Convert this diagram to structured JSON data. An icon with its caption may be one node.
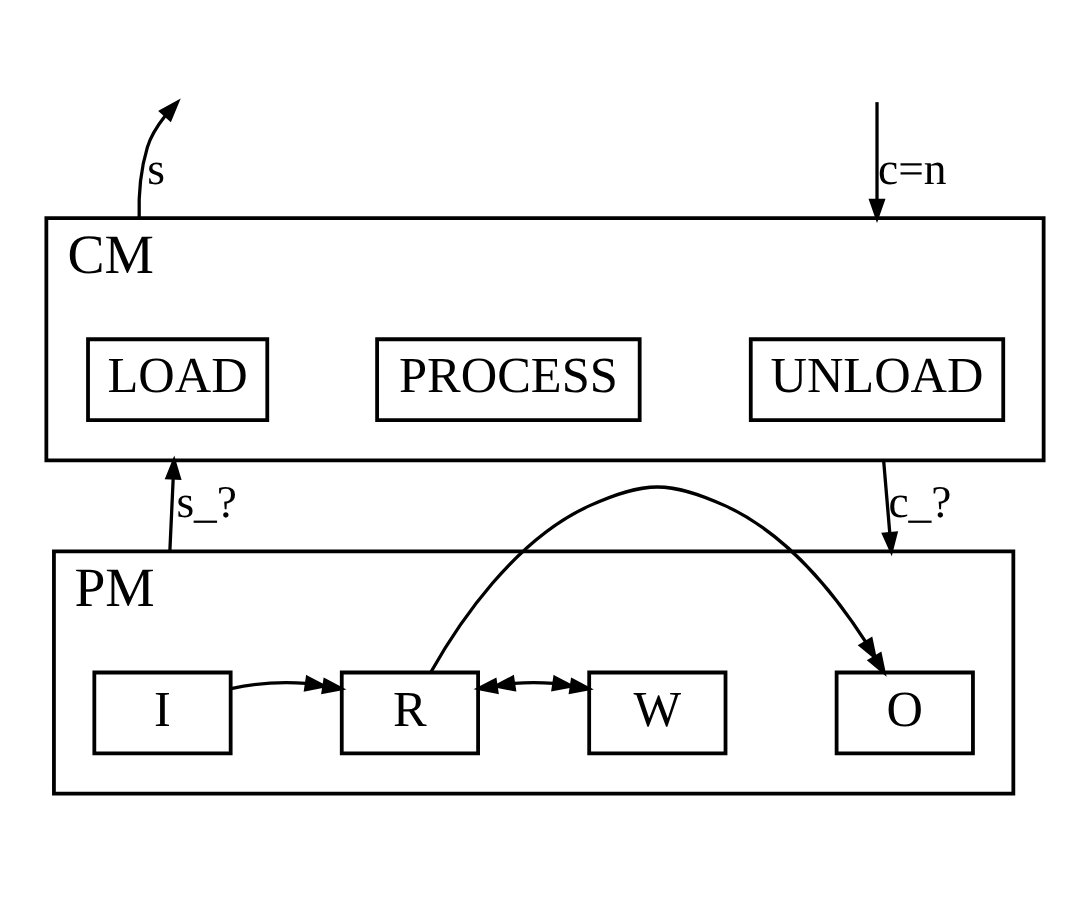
{
  "diagram": {
    "nodes": [
      {
        "text": [
          "CM"
        ]
      },
      {
        "text": [
          "LOAD"
        ],
        "in": 0
      },
      {
        "text": [
          "PROCESS"
        ],
        "in": 0
      },
      {
        "text": [
          "UNLOAD"
        ],
        "in": 0
      },
      {
        "text": [
          "PM"
        ]
      },
      {
        "text": [
          "I"
        ],
        "in": 4
      },
      {
        "text": [
          "R"
        ],
        "in": 4
      },
      {
        "text": [
          "W"
        ],
        "in": 4
      },
      {
        "text": [
          "O"
        ],
        "in": 4
      }
    ],
    "edges": [
      {
        "from": 0,
        "to": null,
        "arrow": "to",
        "label": "s"
      },
      {
        "from": null,
        "to": 0,
        "arrow": "to",
        "label": "c=n"
      },
      {
        "from": 0,
        "to": 4,
        "arrow": "to",
        "label": "c_?"
      },
      {
        "from": 4,
        "to": 0,
        "arrow": "to",
        "label": "s_?"
      },
      {
        "from": 5,
        "to": 6,
        "arrow": "to"
      },
      {
        "from": 6,
        "to": 7,
        "arrow": "both"
      },
      {
        "from": 6,
        "to": 8,
        "arrow": "to"
      }
    ]
  }
}
